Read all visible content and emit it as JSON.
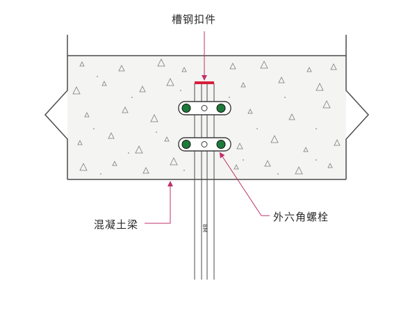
{
  "labels": {
    "channel_clip": "槽钢扣件",
    "concrete_beam": "混凝土梁",
    "hex_bolt": "外六角螺栓",
    "rail_mark": "8M"
  },
  "colors": {
    "line": "#4a4a4a",
    "leader": "#c0306a",
    "bolt_green": "#1e7a3a",
    "clip_bar": "#d61f3c",
    "concrete_fill": "#f4f4f2"
  }
}
